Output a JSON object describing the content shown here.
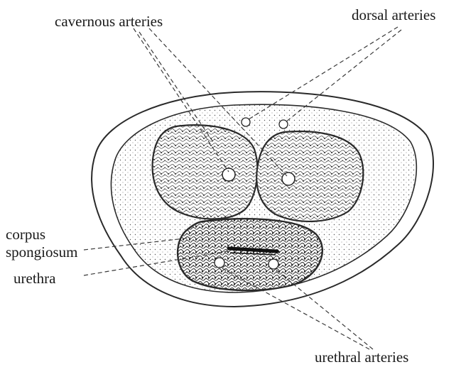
{
  "diagram": {
    "labels": {
      "cavernous_arteries": "cavernous arteries",
      "dorsal_arteries": "dorsal arteries",
      "corpus": "corpus",
      "spongiosum": "spongiosum",
      "urethra": "urethra",
      "urethral_arteries": "urethral arteries"
    }
  },
  "colors": {
    "ink": "#1a1a1a",
    "line": "#3a3a3a"
  }
}
